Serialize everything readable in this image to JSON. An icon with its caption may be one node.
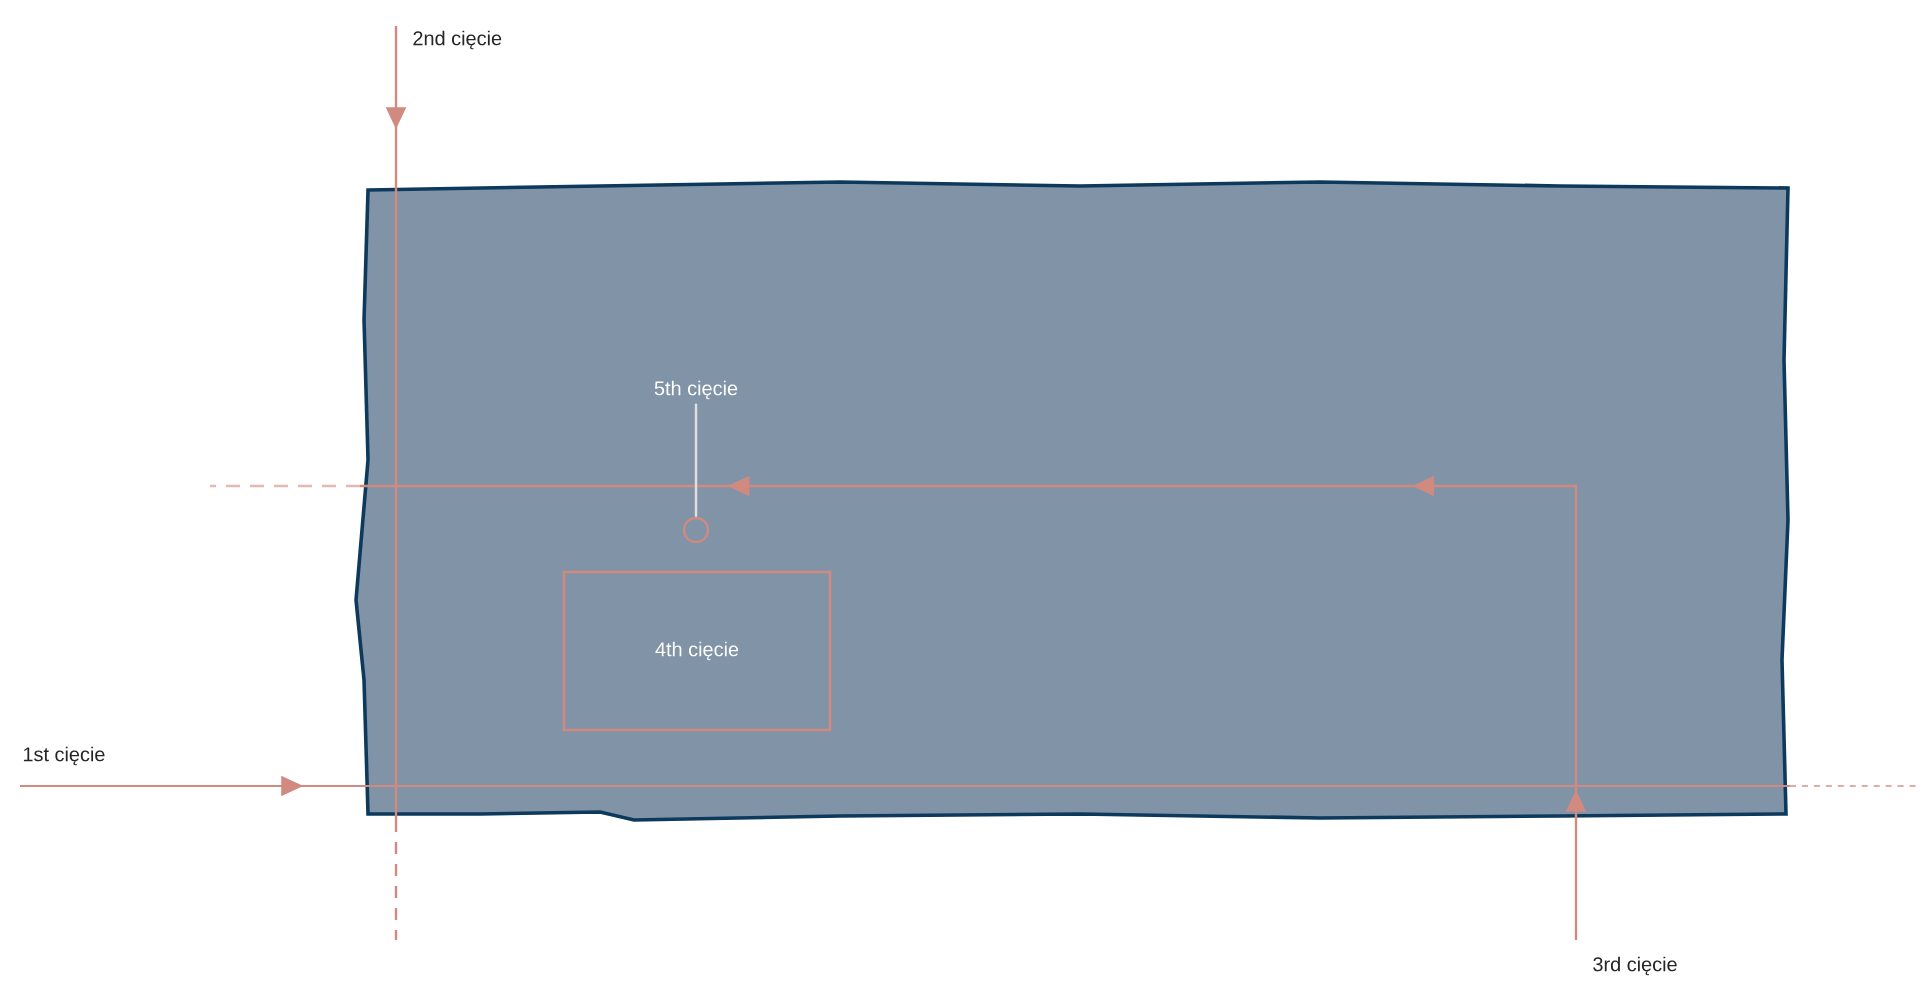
{
  "diagram": {
    "nodes": [
      {
        "text": [],
        "shape": "box"
      },
      {
        "text": [
          "4th cięcie"
        ],
        "in": 0
      },
      {
        "text": [
          "5th cięcie"
        ],
        "in": 0
      },
      {
        "text": [],
        "shape": "circle",
        "in": 0
      }
    ],
    "edges": [
      {
        "from": 2,
        "to": 3,
        "arrow": "none"
      }
    ],
    "labels": [
      "2nd cięcie",
      "1st cięcie",
      "3rd cięcie"
    ]
  }
}
